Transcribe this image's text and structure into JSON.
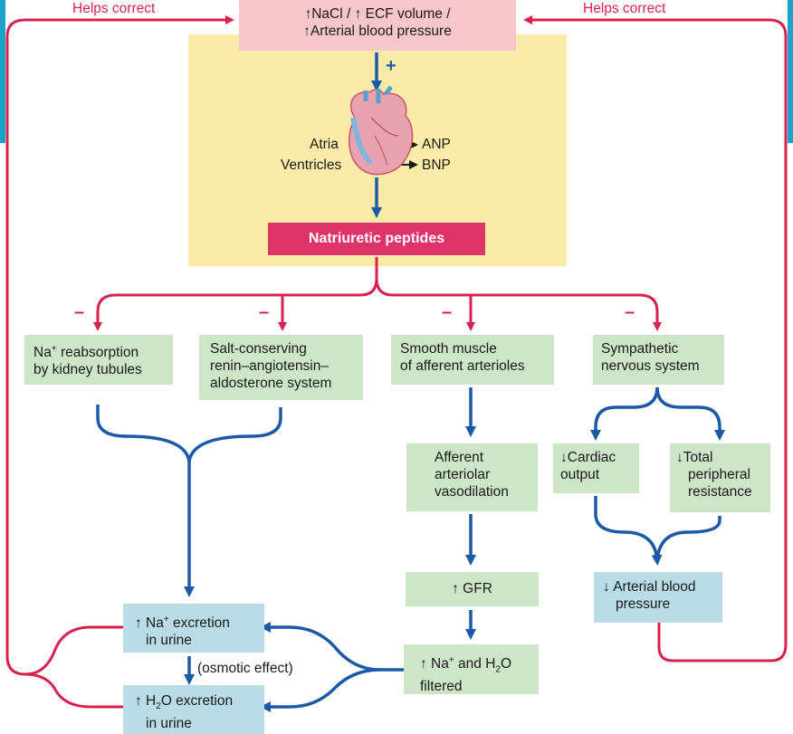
{
  "top_box": {
    "line1": "↑NaCl / ↑  ECF volume /",
    "line2": "↑Arterial blood pressure"
  },
  "helps_correct_left": "Helps correct",
  "helps_correct_right": "Helps correct",
  "plus_sign": "+",
  "minus_sign": "–",
  "heart": {
    "atria": "Atria",
    "ventricles": "Ventricles",
    "anp": "ANP",
    "bnp": "BNP"
  },
  "natriuretic": "Natriuretic peptides",
  "targets": {
    "na_reabsorption": {
      "l1_pre": "Na",
      "l1_sup": "+",
      "l1_post": " reabsorption",
      "l2": "by kidney tubules"
    },
    "raas": {
      "l1": "Salt-conserving",
      "l2": "renin–angiotensin–",
      "l3": "aldosterone system"
    },
    "smooth_muscle": {
      "l1": "Smooth muscle",
      "l2": "of afferent arterioles"
    },
    "sympathetic": {
      "l1": "Sympathetic",
      "l2": "nervous system"
    }
  },
  "afferent_vasodilation": {
    "l1": "Afferent",
    "l2": "arteriolar",
    "l3": "vasodilation"
  },
  "gfr": "↑ GFR",
  "na_h2o_filtered": {
    "l1_pre": "↑ Na",
    "l1_sup": "+",
    "l1_mid": " and H",
    "l1_sub": "2",
    "l1_post": "O",
    "l2": "filtered"
  },
  "cardiac_output": {
    "l1": "↓Cardiac",
    "l2": "output"
  },
  "tpr": {
    "l1": "↓Total",
    "l2": "peripheral",
    "l3": "resistance"
  },
  "arterial_bp": {
    "l1": "↓ Arterial blood",
    "l2": "pressure"
  },
  "na_excretion": {
    "l1_pre": "↑ Na",
    "l1_sup": "+",
    "l1_post": " excretion",
    "l2": "in urine"
  },
  "osmotic": "(osmotic effect)",
  "h2o_excretion": {
    "l1_pre": "↑ H",
    "l1_sub": "2",
    "l1_post": "O excretion",
    "l2": "in urine"
  },
  "colors": {
    "red": "#d9214f",
    "blue": "#1b5aa6",
    "green_box": "#cde6c7",
    "blue_box": "#b9dce6",
    "pink_box": "#f7c6cb",
    "yellow_panel": "#fbeba9"
  }
}
